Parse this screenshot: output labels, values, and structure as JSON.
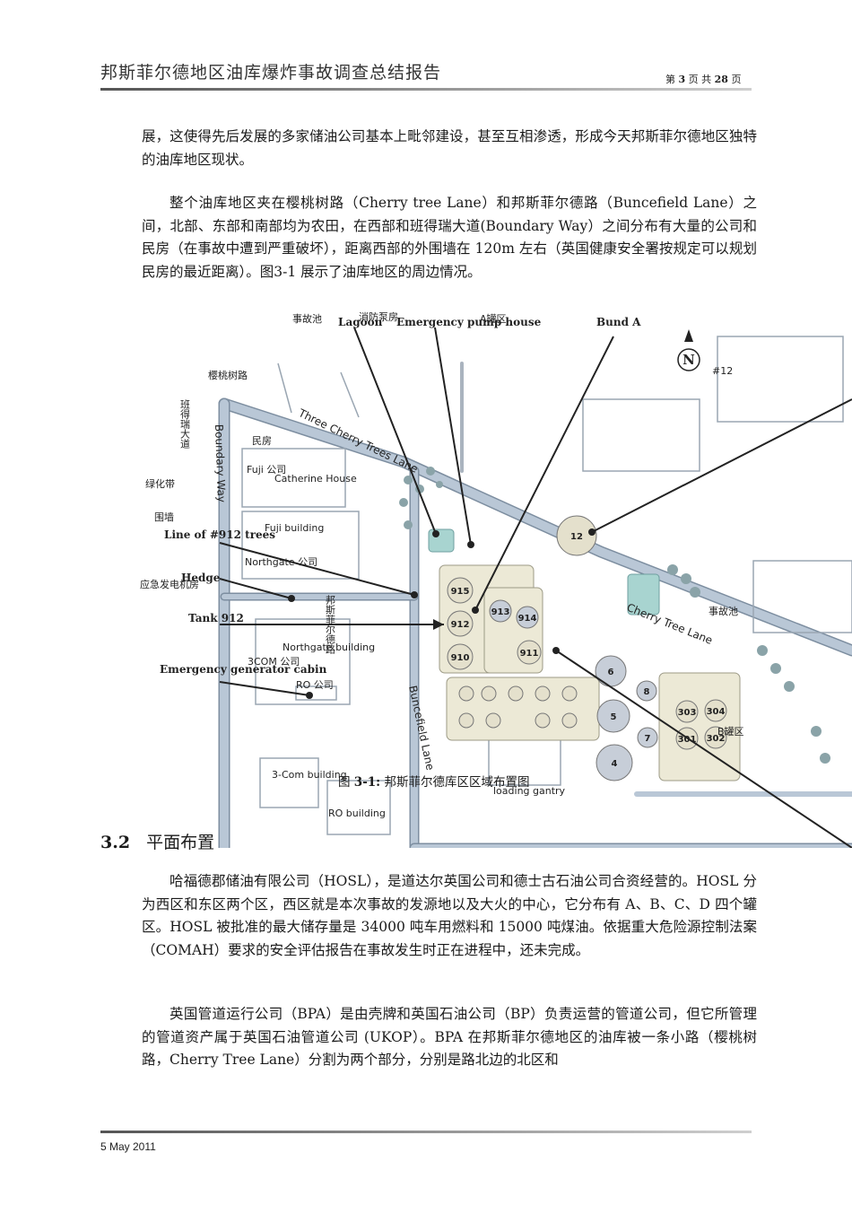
{
  "header": {
    "title": "邦斯菲尔德地区油库爆炸事故调查总结报告",
    "page_prefix": "第",
    "page_current": "3",
    "page_mid": "页 共",
    "page_total": "28",
    "page_suffix": "页"
  },
  "paragraphs": {
    "p1": "展，这使得先后发展的多家储油公司基本上毗邻建设，甚至互相渗透，形成今天邦斯菲尔德地区独特的油库地区现状。",
    "p2": "整个油库地区夹在樱桃树路（Cherry tree Lane）和邦斯菲尔德路（Buncefield Lane）之间，北部、东部和南部均为农田，在西部和班得瑞大道(Boundary Way）之间分布有大量的公司和民房（在事故中遭到严重破坏），距离西部的外围墙在 120m 左右（英国健康安全署按规定可以规划民房的最近距离）。图3-1 展示了油库地区的周边情况。",
    "p3": "哈福德郡储油有限公司（HOSL），是道达尔英国公司和德士古石油公司合资经营的。HOSL 分为西区和东区两个区，西区就是本次事故的发源地以及大火的中心，它分布有 A、B、C、D 四个罐区。HOSL 被批准的最大储存量是 34000 吨车用燃料和 15000 吨煤油。依据重大危险源控制法案（COMAH）要求的安全评估报告在事故发生时正在进程中，还未完成。",
    "p4": "英国管道运行公司（BPA）是由壳牌和英国石油公司（BP）负责运营的管道公司，但它所管理的管道资产属于英国石油管道公司 (UKOP）。BPA 在邦斯菲尔德地区的油库被一条小路（樱桃树路，Cherry Tree Lane）分割为两个部分，分别是路北边的北区和"
  },
  "section": {
    "number": "3.2",
    "title": "平面布置"
  },
  "figure": {
    "caption_prefix": "图",
    "caption_num": "3-1:",
    "caption_text": "邦斯菲尔德库区区域布置图",
    "labels": {
      "lagoon_cn": "事故池",
      "lagoon_en": "Lagoon",
      "pump_cn": "消防泵房",
      "pump_en": "Emergency pump house",
      "tankarea_a_cn": "A罐区",
      "bund_a": "Bund A",
      "north": "N",
      "tag12": "#12",
      "cherry_cn": "樱桃树路",
      "boundary_cn": "班得瑞大道",
      "boundary_en": "Boundary Way",
      "three_cherry": "Three Cherry Trees Lane",
      "houses_cn": "民房",
      "fuji_company": "Fuji 公司",
      "catherine_house": "Catherine House",
      "green_belt": "绿化带",
      "wall": "围墙",
      "line_trees": "Line of #912 trees",
      "fuji_building": "Fuji building",
      "northgate_company": "Northgate 公司",
      "hedge": "Hedge",
      "gen_room": "应急发电机房",
      "buncefield_cn": "邦斯菲尔德路",
      "tank912": "Tank 912",
      "northgate_building": "Northgate building",
      "com3_company": "3COM 公司",
      "emergency_gen": "Emergency generator cabin",
      "ro_company": "RO 公司",
      "buncefield_lane": "Buncefield Lane",
      "com3_building": "3-Com building",
      "ro_building": "RO building",
      "loading_gantry": "loading gantry",
      "cherry_tree_lane": "Cherry Tree Lane",
      "lagoon2_cn": "事故池",
      "tankarea_b_cn": "B罐区"
    },
    "tanks": [
      "915",
      "912",
      "910",
      "913",
      "914",
      "911",
      "12",
      "6",
      "8",
      "5",
      "7",
      "4",
      "303",
      "304",
      "301",
      "302"
    ]
  },
  "footer": {
    "date": "5 May 2011"
  },
  "colors": {
    "road": "#b9c7d6",
    "road_edge": "#7d8ea0",
    "tank": "#e4e0cc",
    "bund": "#ece9d6",
    "tank_blue": "#c7ced8",
    "tree": "#8aa3a8",
    "water": "#a8d4d0"
  }
}
